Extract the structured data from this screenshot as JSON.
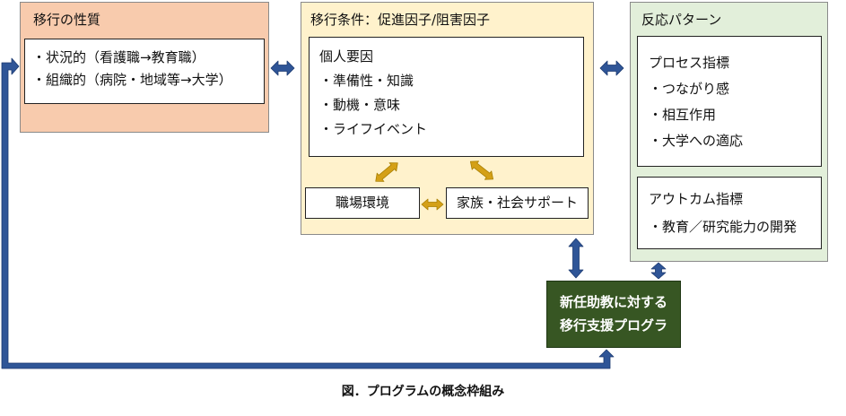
{
  "nature": {
    "title": "移行の性質",
    "items": [
      "・状況的（看護職→教育職）",
      "・組織的（病院・地域等→大学）"
    ]
  },
  "conditions": {
    "title": "移行条件：促進因子/阻害因子",
    "personal_heading": "個人要因",
    "personal_items": [
      "・準備性・知識",
      "・動機・意味",
      "・ライフイベント"
    ],
    "workplace": "職場環境",
    "family": "家族・社会サポート"
  },
  "response": {
    "title": "反応パターン",
    "process_heading": "プロセス指標",
    "process_items": [
      "・つながり感",
      "・相互作用",
      "・大学への適応"
    ],
    "outcome_heading": "アウトカム指標",
    "outcome_items": [
      "・教育／研究能力の開発"
    ]
  },
  "program": {
    "line1": "新任助教に対する",
    "line2": "移行支援プログラ"
  },
  "caption": "図．プログラムの概念枠組み",
  "colors": {
    "nature_fill": "#f8cbad",
    "conditions_fill": "#fff2cc",
    "response_fill": "#e2efda",
    "program_fill": "#375623",
    "blue_arrow": "#2f5597",
    "gold_arrow": "#bf9000"
  }
}
